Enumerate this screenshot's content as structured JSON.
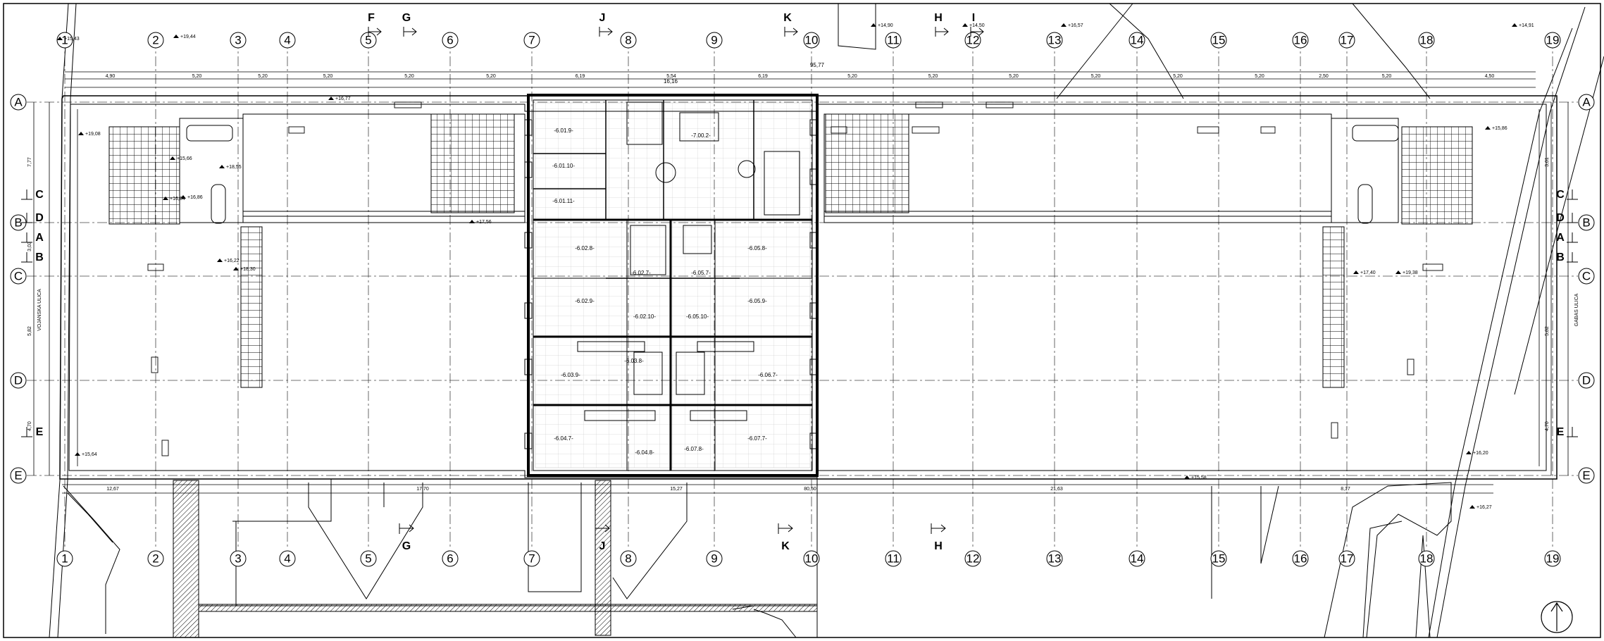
{
  "plan": {
    "grid_columns": [
      "1",
      "2",
      "3",
      "4",
      "5",
      "6",
      "7",
      "8",
      "9",
      "10",
      "11",
      "12",
      "13",
      "14",
      "15",
      "16",
      "17",
      "18",
      "19"
    ],
    "grid_rows": [
      "A",
      "B",
      "C",
      "D",
      "E"
    ],
    "sections_top": [
      "F",
      "G",
      "J",
      "K",
      "H",
      "I"
    ],
    "sections_bottom": [
      "G",
      "J",
      "K",
      "H"
    ],
    "side_markers": [
      "C",
      "D",
      "A",
      "B",
      "E"
    ],
    "rooms": [
      "-6.01.9-",
      "-6.01.10-",
      "-6.01.11-",
      "-7.00.2-",
      "-6.02.8-",
      "-6.02.9-",
      "-6.02.7-",
      "-6.05.8-",
      "-6.05.9-",
      "-6.05.7-",
      "-6.03.9-",
      "-6.03.8-",
      "-6.06.7-",
      "-6.04.7-",
      "-6.04.8-",
      "-6.07.8-",
      "-6.07.7-",
      "-6.02.10-",
      "-6.05.10-"
    ],
    "top_dims": [
      "4,90",
      "5,20",
      "5,20",
      "5,20",
      "5,20",
      "5,20",
      "6,19",
      "5,54",
      "6,19",
      "5,20",
      "5,20",
      "5,20",
      "5,20",
      "5,20",
      "5,20",
      "2,50",
      "5,20",
      "4,50"
    ],
    "total_dim": "95,77",
    "center_dim": "16,16",
    "bottom_dims": [
      "12,67",
      "17,70",
      "15,27",
      "80,50",
      "21,63",
      "8,17"
    ],
    "left_vdims": [
      "7,77",
      "3,03",
      "5,82",
      "4,70"
    ],
    "right_vdims": [
      "3,01",
      "5,82",
      "4,70"
    ],
    "street_left": "VOJANSKA ULICA",
    "street_right": "GABAS ULICA",
    "levels": [
      "+15,43",
      "+19,44",
      "+19,08",
      "+15,66",
      "+18,55",
      "+16,64",
      "+16,86",
      "+16,77",
      "+16,22",
      "+18,30",
      "+17,56",
      "+15,64",
      "+14,90",
      "+14,50",
      "+16,57",
      "+15,58",
      "+14,91",
      "+15,86",
      "+17,40",
      "+19,38",
      "+16,20",
      "+16,27"
    ]
  }
}
